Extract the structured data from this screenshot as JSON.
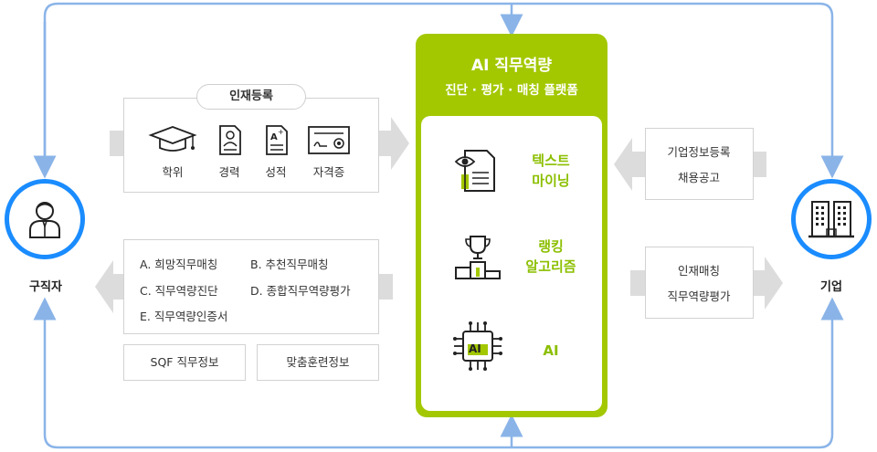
{
  "platform": {
    "title": "AI 직무역량",
    "subtitle": "진단 · 평가 · 매칭 플랫폼",
    "features": [
      {
        "line1": "텍스트",
        "line2": "마이닝",
        "icon": "text-mining-icon"
      },
      {
        "line1": "랭킹",
        "line2": "알고리즘",
        "icon": "ranking-podium-icon"
      },
      {
        "line1": "AI",
        "line2": "",
        "icon": "ai-chip-icon"
      }
    ]
  },
  "job_seeker": {
    "label": "구직자",
    "icon": "person-icon"
  },
  "company": {
    "label": "기업",
    "icon": "building-icon"
  },
  "registration": {
    "title": "인재등록",
    "items": [
      {
        "label": "학위",
        "icon": "graduation-cap-icon"
      },
      {
        "label": "경력",
        "icon": "resume-icon"
      },
      {
        "label": "성적",
        "icon": "grade-document-icon"
      },
      {
        "label": "자격증",
        "icon": "certificate-icon"
      }
    ]
  },
  "matching_services": [
    "A. 희망직무매칭",
    "B. 추천직무매칭",
    "C. 직무역량진단",
    "D. 종합직무역량평가",
    "E. 직무역량인증서"
  ],
  "info_buttons": [
    "SQF 직무정보",
    "맞춤훈련정보"
  ],
  "company_input": {
    "line1": "기업정보등록",
    "line2": "채용공고"
  },
  "company_output": {
    "line1": "인재매칭",
    "line2": "직무역량평가"
  },
  "colors": {
    "frame_blue": "#1a8cff",
    "line_blue": "#8ab4e8",
    "platform_green": "#a3c800",
    "feature_green": "#8cbf00",
    "arrow_gray": "#dcdcdc"
  }
}
